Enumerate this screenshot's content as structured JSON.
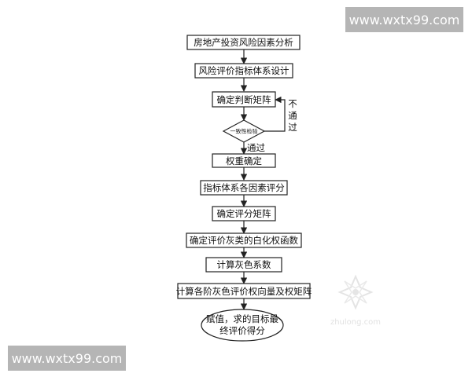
{
  "watermark": {
    "top_text": "www.wxtx99.com",
    "bottom_text": "www.wxtx99.com",
    "logo_text": "zhulong.com"
  },
  "flow": {
    "step1": "房地产投资风险因素分析",
    "step2": "风险评价指标体系设计",
    "step3": "确定判断矩阵",
    "decision": "一致性检验",
    "fail_label": [
      "不",
      "通",
      "过"
    ],
    "pass_label": "通过",
    "step4": "权重确定",
    "step5": "指标体系各因素评分",
    "step6": "确定评分矩阵",
    "step7": "确定评价灰类的白化权函数",
    "step8": "计算灰色系数",
    "step9": "计算各阶灰色评价权向量及权矩阵",
    "end_line1": "赋值，求的目标最",
    "end_line2": "终评价得分"
  }
}
